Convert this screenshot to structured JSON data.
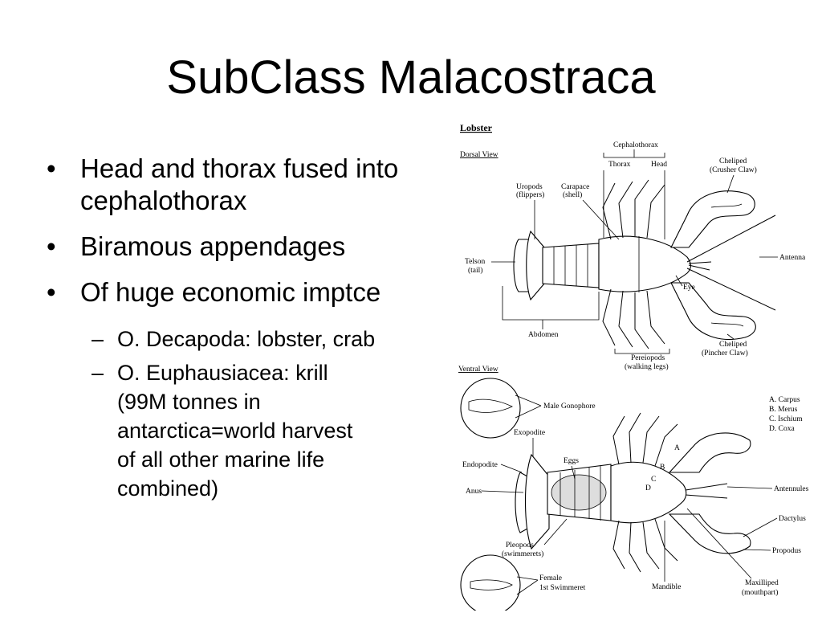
{
  "slide": {
    "title": "SubClass Malacostraca",
    "bullets": [
      "Head and thorax fused into cephalothorax",
      "Biramous appendages",
      "Of huge economic imptce"
    ],
    "sub_bullets": [
      "O. Decapoda: lobster, crab",
      "O. Euphausiacea: krill (99M tonnes in antarctica=world harvest of all other marine life combined)"
    ]
  },
  "figure": {
    "heading": "Lobster",
    "dorsal": {
      "view_label": "Dorsal View",
      "cephalothorax": "Cephalothorax",
      "thorax": "Thorax",
      "head": "Head",
      "uropods": "Uropods",
      "uropods_note": "(flippers)",
      "carapace": "Carapace",
      "carapace_note": "(shell)",
      "cheliped_top": "Cheliped",
      "crusher_claw": "(Crusher Claw)",
      "telson": "Telson",
      "telson_note": "(tail)",
      "antenna": "Antenna",
      "eye": "Eye",
      "abdomen": "Abdomen",
      "pereiopods": "Pereiopods",
      "walking_legs": "(walking legs)",
      "cheliped_bottom": "Cheliped",
      "pincher_claw": "(Pincher Claw)"
    },
    "ventral": {
      "view_label": "Ventral View",
      "male_gonophore": "Male Gonophore",
      "legend": [
        "A. Carpus",
        "B. Merus",
        "C. Ischium",
        "D. Coxa"
      ],
      "exopodite": "Exopodite",
      "eggs": "Eggs",
      "endopodite": "Endopodite",
      "antennules": "Antennules",
      "anus": "Anus",
      "dactylus": "Dactylus",
      "pleopods": "Pleopods",
      "swimmerets": "(swimmerets)",
      "propodus": "Propodus",
      "female": "Female",
      "first_swimmeret": "1st Swimmeret",
      "mandible": "Mandible",
      "maxilliped": "Maxilliped",
      "mouthpart": "(mouthpart)",
      "segment_marks": [
        "A",
        "B",
        "C",
        "D"
      ]
    }
  }
}
